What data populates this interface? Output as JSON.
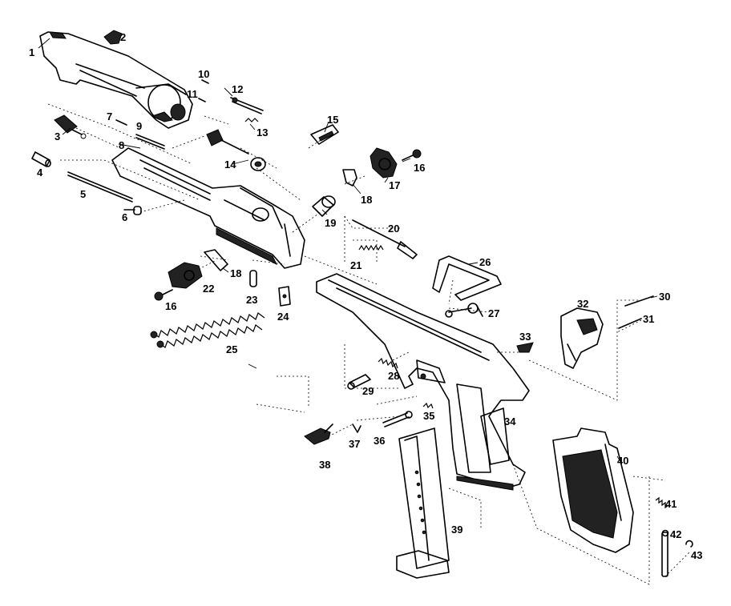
{
  "colors": {
    "ink": "#000000",
    "paper": "#ffffff"
  },
  "parts": [
    {
      "id": "1",
      "label": "1"
    },
    {
      "id": "2",
      "label": "2"
    },
    {
      "id": "3",
      "label": "3"
    },
    {
      "id": "4",
      "label": "4"
    },
    {
      "id": "5",
      "label": "5"
    },
    {
      "id": "6",
      "label": "6"
    },
    {
      "id": "7",
      "label": "7"
    },
    {
      "id": "8",
      "label": "8"
    },
    {
      "id": "9",
      "label": "9"
    },
    {
      "id": "10",
      "label": "10"
    },
    {
      "id": "11",
      "label": "11"
    },
    {
      "id": "12",
      "label": "12"
    },
    {
      "id": "13",
      "label": "13"
    },
    {
      "id": "14",
      "label": "14"
    },
    {
      "id": "15",
      "label": "15"
    },
    {
      "id": "16a",
      "label": "16"
    },
    {
      "id": "17",
      "label": "17"
    },
    {
      "id": "18a",
      "label": "18"
    },
    {
      "id": "19",
      "label": "19"
    },
    {
      "id": "20",
      "label": "20"
    },
    {
      "id": "21",
      "label": "21"
    },
    {
      "id": "26",
      "label": "26"
    },
    {
      "id": "18b",
      "label": "18"
    },
    {
      "id": "22",
      "label": "22"
    },
    {
      "id": "16b",
      "label": "16"
    },
    {
      "id": "23",
      "label": "23"
    },
    {
      "id": "24",
      "label": "24"
    },
    {
      "id": "27",
      "label": "27"
    },
    {
      "id": "30",
      "label": "30"
    },
    {
      "id": "32",
      "label": "32"
    },
    {
      "id": "31",
      "label": "31"
    },
    {
      "id": "25",
      "label": "25"
    },
    {
      "id": "33",
      "label": "33"
    },
    {
      "id": "28",
      "label": "28"
    },
    {
      "id": "29",
      "label": "29"
    },
    {
      "id": "35",
      "label": "35"
    },
    {
      "id": "34",
      "label": "34"
    },
    {
      "id": "36",
      "label": "36"
    },
    {
      "id": "37",
      "label": "37"
    },
    {
      "id": "38",
      "label": "38"
    },
    {
      "id": "40",
      "label": "40"
    },
    {
      "id": "41",
      "label": "41"
    },
    {
      "id": "42",
      "label": "42"
    },
    {
      "id": "43",
      "label": "43"
    },
    {
      "id": "39",
      "label": "39"
    }
  ]
}
